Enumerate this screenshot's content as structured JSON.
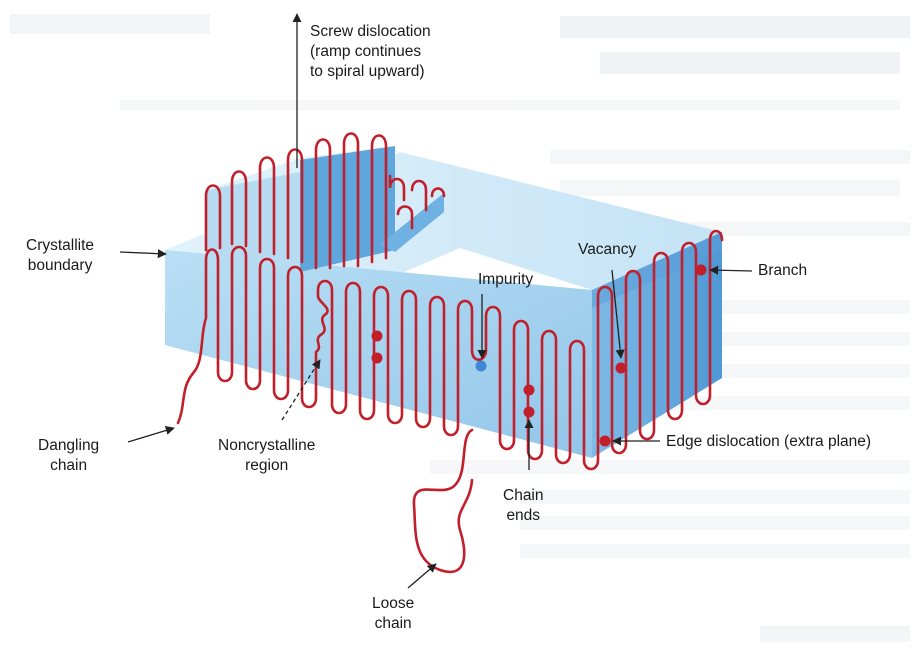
{
  "colors": {
    "chain": "#c21f2a",
    "dot": "#c21f2a",
    "impurity": "#3f86d6",
    "block_front": "#a9d4ee",
    "block_top": "#d3ebf8",
    "block_side": "#6aaee0",
    "wall": "#5fa6dc",
    "arrow": "#222222"
  },
  "labels": {
    "screw": [
      "Screw dislocation",
      "(ramp continues",
      "to spiral upward)"
    ],
    "crystallite": [
      "Crystallite",
      "boundary"
    ],
    "impurity": [
      "Impurity"
    ],
    "vacancy": [
      "Vacancy"
    ],
    "branch": [
      "Branch"
    ],
    "dangling": [
      "Dangling",
      "chain"
    ],
    "noncrystalline": [
      "Noncrystalline",
      "region"
    ],
    "chain_ends": [
      "Chain",
      "ends"
    ],
    "edge": [
      "Edge dislocation (extra plane)"
    ],
    "loose": [
      "Loose",
      "chain"
    ]
  }
}
